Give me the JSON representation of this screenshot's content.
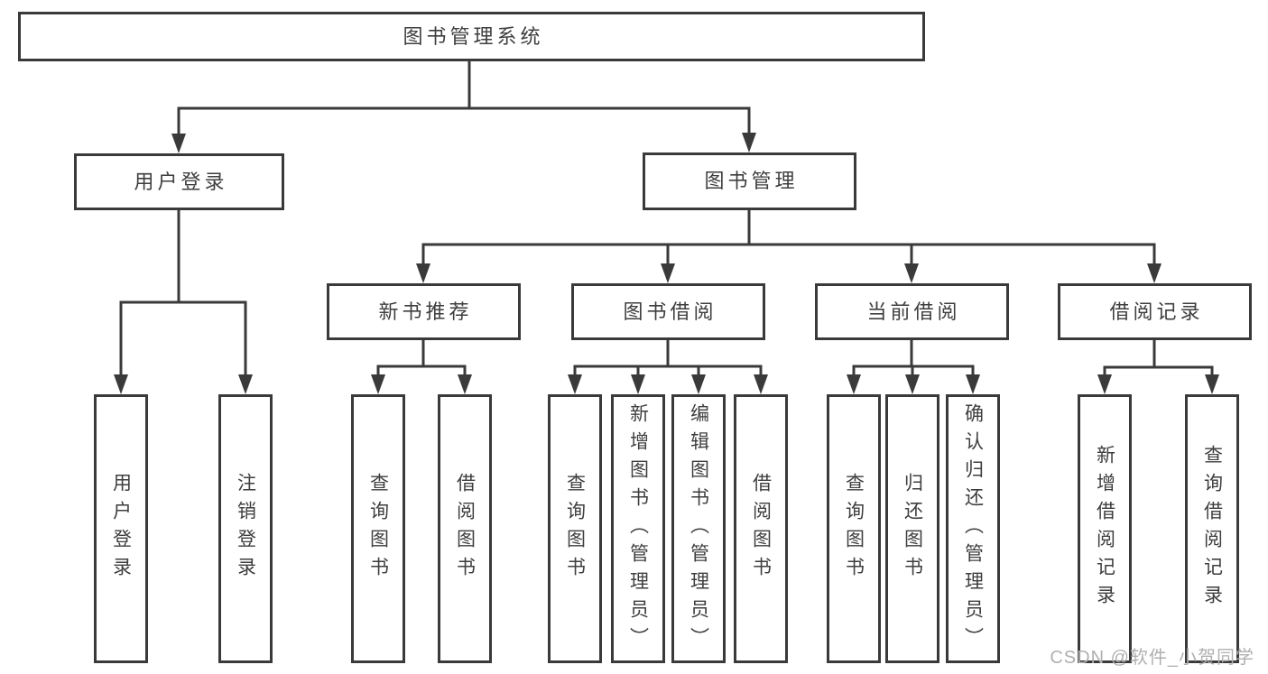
{
  "diagram": {
    "type": "hierarchy-tree",
    "colors": {
      "line": "#3a3a3a",
      "box_border": "#3a3a3a",
      "text": "#3e3e3e",
      "background": "#ffffff",
      "watermark": "#b0b0b0"
    }
  },
  "hierarchy": {
    "label": "图书管理系统",
    "children": [
      {
        "label": "用户登录",
        "children": [
          {
            "label": "用户登录"
          },
          {
            "label": "注销登录"
          }
        ]
      },
      {
        "label": "图书管理",
        "children": [
          {
            "label": "新书推荐",
            "children": [
              {
                "label": "查询图书"
              },
              {
                "label": "借阅图书"
              }
            ]
          },
          {
            "label": "图书借阅",
            "children": [
              {
                "label": "查询图书"
              },
              {
                "label": "新增图书（管理员）"
              },
              {
                "label": "编辑图书（管理员）"
              },
              {
                "label": "借阅图书"
              }
            ]
          },
          {
            "label": "当前借阅",
            "children": [
              {
                "label": "查询图书"
              },
              {
                "label": "归还图书"
              },
              {
                "label": "确认归还（管理员）"
              }
            ]
          },
          {
            "label": "借阅记录",
            "children": [
              {
                "label": "新增借阅记录"
              },
              {
                "label": "查询借阅记录"
              }
            ]
          }
        ]
      }
    ]
  },
  "watermark": {
    "text": "CSDN @软件_小贺同学"
  }
}
